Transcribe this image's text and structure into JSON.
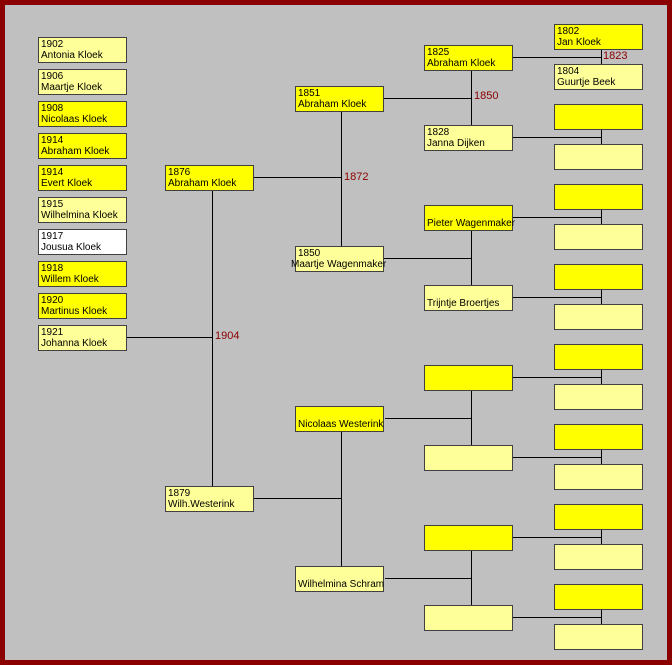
{
  "children": [
    {
      "year": "1902",
      "name": "Antonia Kloek"
    },
    {
      "year": "1906",
      "name": "Maartje Kloek"
    },
    {
      "year": "1908",
      "name": "Nicolaas Kloek"
    },
    {
      "year": "1914",
      "name": "Abraham Kloek"
    },
    {
      "year": "1914",
      "name": "Evert Kloek"
    },
    {
      "year": "1915",
      "name": "Wilhelmina Kloek"
    },
    {
      "year": "1917",
      "name": "Jousua Kloek"
    },
    {
      "year": "1918",
      "name": "Willem Kloek"
    },
    {
      "year": "1920",
      "name": "Martinus Kloek"
    },
    {
      "year": "1921",
      "name": "Johanna Kloek"
    }
  ],
  "father": {
    "year": "1876",
    "name": "Abraham Kloek"
  },
  "mother": {
    "year": "1879",
    "name": "Wilh.Westerink"
  },
  "paternal_grandfather": {
    "year": "1851",
    "name": "Abraham Kloek"
  },
  "paternal_grandmother": {
    "year": "1850",
    "name": "Maartje Wagenmaker"
  },
  "maternal_grandfather": {
    "name": "Nicolaas Westerink"
  },
  "maternal_grandmother": {
    "name": "Wilhelmina Schram"
  },
  "gg1": {
    "year": "1825",
    "name": "Abraham Kloek"
  },
  "gg2": {
    "year": "1828",
    "name": "Janna Dijken"
  },
  "gg3": {
    "name": "Pieter Wagenmaker"
  },
  "gg4": {
    "name": "Trijntje Broertjes"
  },
  "ggg1": {
    "year": "1802",
    "name": "Jan Kloek"
  },
  "ggg2": {
    "year": "1804",
    "name": "Guurtje Beek"
  },
  "marriage_years": {
    "parents": "1904",
    "paternal_grandparents": "1872",
    "gg_kloek": "1850",
    "ggg_kloek": "1823"
  },
  "colors": {
    "border": "#8b0000",
    "background": "#c0c0c0",
    "box_yellow": "#ffff00",
    "box_light": "#ffff99",
    "year_text": "#8b0000"
  }
}
